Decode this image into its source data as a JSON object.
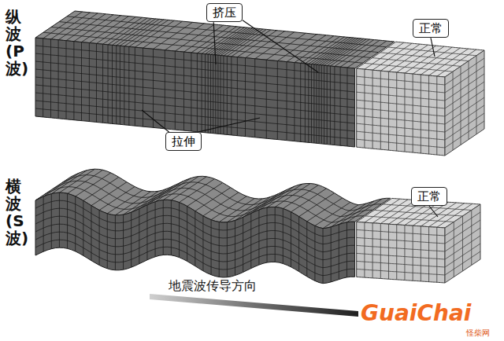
{
  "diagram": {
    "nodes": [
      {
        "text": [
          "挤压"
        ]
      },
      {
        "text": [
          "正常"
        ]
      },
      {
        "text": [
          "拉伸"
        ]
      },
      {
        "text": [
          "正常"
        ]
      }
    ],
    "labels": [
      "纵波(P波)",
      "横波(S波)",
      "地震波传导方向",
      "GuaiChai",
      "怪柴网"
    ]
  }
}
